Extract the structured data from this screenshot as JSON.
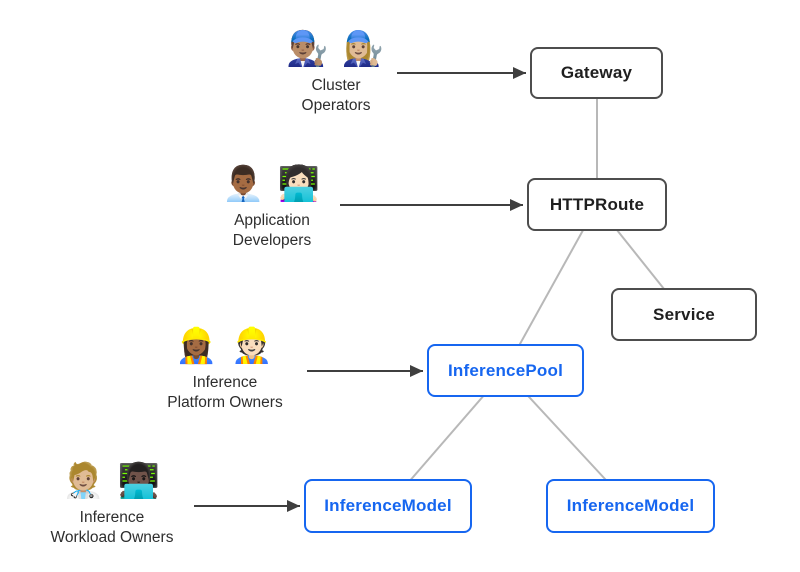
{
  "actors": [
    {
      "id": "cluster-operators",
      "emoji": "👨🏽‍🔧 👩🏼‍🔧",
      "emoji_names": [
        "man-mechanic-icon",
        "woman-mechanic-icon"
      ],
      "line1": "Cluster",
      "line2": "Operators",
      "points_to": "Gateway"
    },
    {
      "id": "application-developers",
      "emoji": "👨🏾‍💼 👩🏻‍💻",
      "emoji_names": [
        "man-office-worker-icon",
        "woman-technologist-icon"
      ],
      "line1": "Application",
      "line2": "Developers",
      "points_to": "HTTPRoute"
    },
    {
      "id": "inference-platform-owners",
      "emoji": "👷🏾‍♀️ 👷🏻",
      "emoji_names": [
        "woman-construction-worker-icon",
        "man-construction-worker-icon"
      ],
      "line1": "Inference",
      "line2": "Platform Owners",
      "points_to": "InferencePool"
    },
    {
      "id": "inference-workload-owners",
      "emoji": "🧑🏼‍⚕️ 👨🏿‍💻",
      "emoji_names": [
        "health-worker-icon",
        "man-technologist-icon"
      ],
      "line1": "Inference",
      "line2": "Workload Owners",
      "points_to": "InferenceModel"
    }
  ],
  "nodes": {
    "gateway": {
      "label": "Gateway",
      "style": "dark"
    },
    "httproute": {
      "label": "HTTPRoute",
      "style": "dark"
    },
    "service": {
      "label": "Service",
      "style": "dark"
    },
    "inference_pool": {
      "label": "InferencePool",
      "style": "blue"
    },
    "inference_model_left": {
      "label": "InferenceModel",
      "style": "blue"
    },
    "inference_model_right": {
      "label": "InferenceModel",
      "style": "blue"
    }
  },
  "edges": [
    {
      "from": "Gateway",
      "to": "HTTPRoute"
    },
    {
      "from": "HTTPRoute",
      "to": "InferencePool"
    },
    {
      "from": "HTTPRoute",
      "to": "Service"
    },
    {
      "from": "InferencePool",
      "to": "InferenceModel (left)"
    },
    {
      "from": "InferencePool",
      "to": "InferenceModel (right)"
    }
  ],
  "colors": {
    "accent_blue": "#1666F0",
    "node_border_dark": "#4D4D4D",
    "node_text_dark": "#1F1F1F",
    "actor_text": "#2E2E2E",
    "edge_gray": "#B8B8B8",
    "arrow_dark": "#3F3F3F"
  }
}
